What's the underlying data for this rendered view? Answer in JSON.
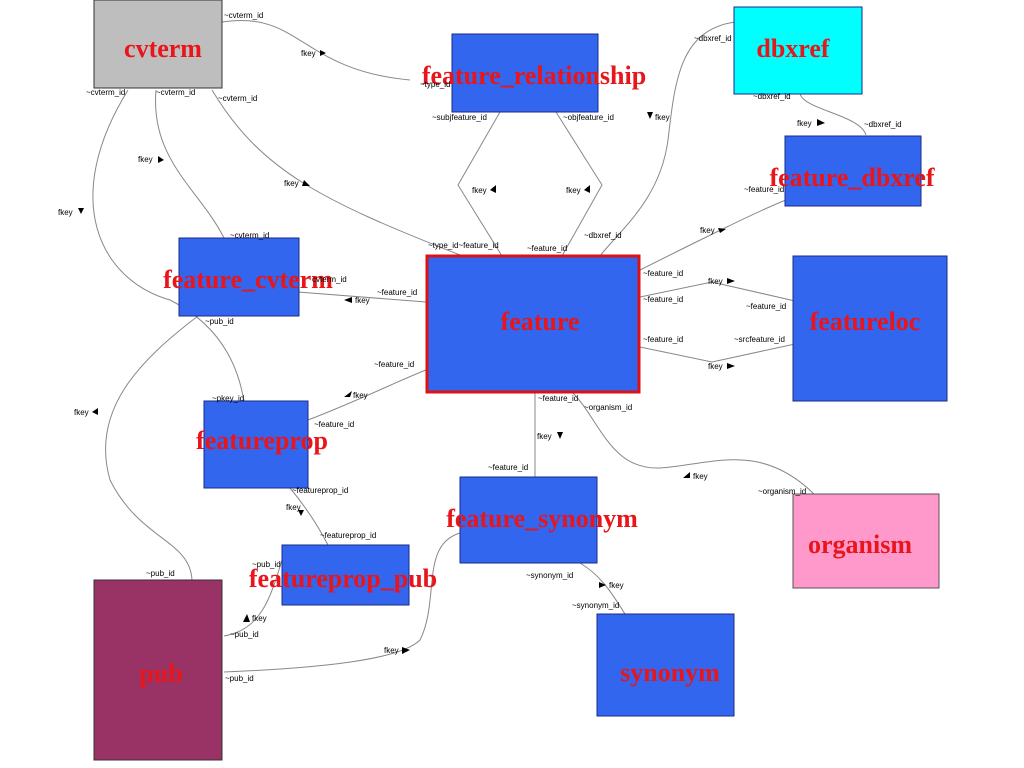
{
  "colors": {
    "table_fill": "#3366ee",
    "table_stroke": "#1a2a8a",
    "label": "#e8151b",
    "cvterm_fill": "#bebebe",
    "dbxref_fill": "#00ffff",
    "organism_fill": "#ff99cc",
    "pub_fill": "#993366",
    "feature_border": "#dd1111",
    "edge": "#888888"
  },
  "tables": [
    {
      "id": "cvterm",
      "label": "cvterm"
    },
    {
      "id": "feature_relationship",
      "label": "feature_relationship"
    },
    {
      "id": "dbxref",
      "label": "dbxref"
    },
    {
      "id": "feature_dbxref",
      "label": "feature_dbxref"
    },
    {
      "id": "feature_cvterm",
      "label": "feature_cvterm"
    },
    {
      "id": "feature",
      "label": "feature"
    },
    {
      "id": "featureloc",
      "label": "featureloc"
    },
    {
      "id": "featureprop",
      "label": "featureprop"
    },
    {
      "id": "feature_synonym",
      "label": "feature_synonym"
    },
    {
      "id": "organism",
      "label": "organism"
    },
    {
      "id": "featureprop_pub",
      "label": "featureprop_pub"
    },
    {
      "id": "pub",
      "label": "pub"
    },
    {
      "id": "synonym",
      "label": "synonym"
    }
  ],
  "annotations": {
    "fkey": "fkey",
    "cvterm_id": "~cvterm_id",
    "type_id": "~type_id",
    "subjfeature_id": "~subjfeature_id",
    "objfeature_id": "~objfeature_id",
    "dbxref_id": "~dbxref_id",
    "feature_id": "~feature_id",
    "srcfeature_id": "~srcfeature_id",
    "pub_id": "~pub_id",
    "pkey_id": "~pkey_id",
    "featureprop_id": "~featureprop_id",
    "organism_id": "~organism_id",
    "synonym_id": "~synonym_id",
    "type_id_feature_id": "~type_id~feature_id",
    "cvterm_id_short": "cvterm_id"
  }
}
